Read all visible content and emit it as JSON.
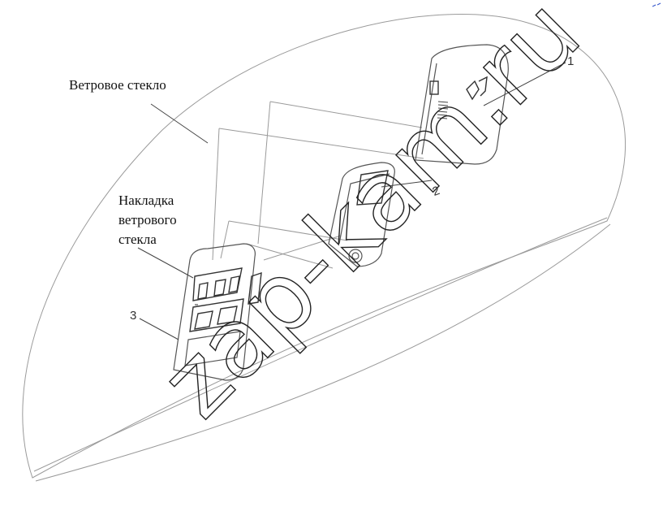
{
  "labels": {
    "windshield": "Ветровое стекло",
    "trim_line1": "Накладка",
    "trim_line2": "ветрового",
    "trim_line3": "стекла"
  },
  "callouts": {
    "part1": "1",
    "part2": "2",
    "part3": "3"
  },
  "watermark": "zap-kam.ru"
}
